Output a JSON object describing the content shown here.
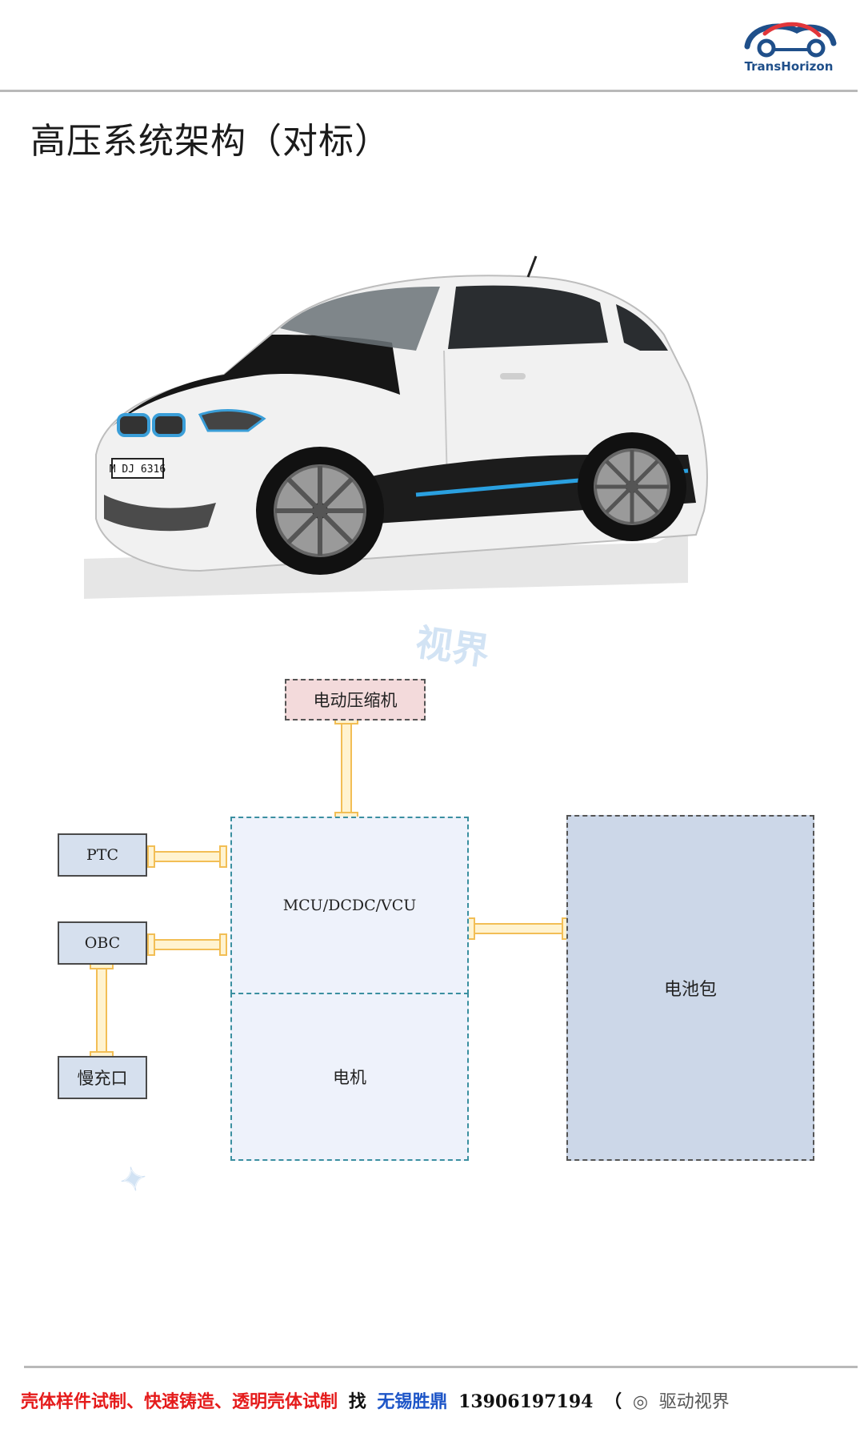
{
  "header": {
    "logo_text": "TransHorizon",
    "title": "高压系统架构（对标）"
  },
  "car_photo": {
    "plate": "M DJ 6316"
  },
  "diagram": {
    "compressor": "电动压缩机",
    "ptc": "PTC",
    "obc": "OBC",
    "slow_charge_port": "慢充口",
    "mcu": "MCU/DCDC/VCU",
    "motor": "电机",
    "battery": "电池包",
    "watermark_top": "视界"
  },
  "footer": {
    "services": "壳体样件试制、快速铸造、透明壳体试制",
    "find": "找",
    "company": "无锡胜鼎",
    "phone": "13906197194",
    "paren": "（",
    "wechat": "驱动视界"
  },
  "colors": {
    "connector_fill": "#fff3d0",
    "connector_stroke": "#f2be55",
    "compressor_fill": "#f3dadb",
    "small_box_fill": "#d6e0ee",
    "mcu_fill": "#eef2fb",
    "battery_fill": "#ccd7e8",
    "footer_red": "#e51b1b",
    "footer_blue": "#1d55c7"
  }
}
